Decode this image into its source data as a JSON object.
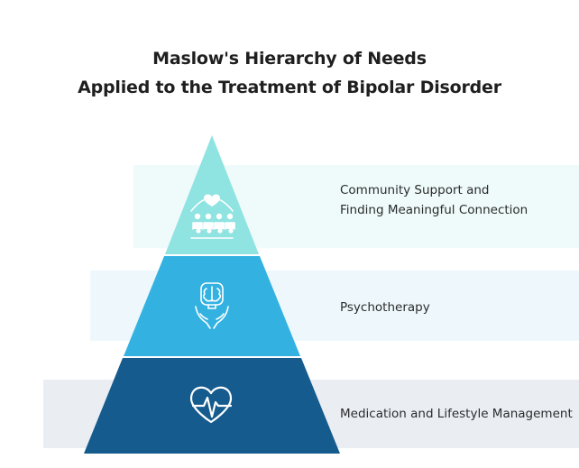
{
  "title": {
    "line1": "Maslow's Hierarchy of Needs",
    "line2": "Applied to the Treatment of Bipolar Disorder"
  },
  "tiers": [
    {
      "line1": "Community Support and",
      "line2": "Finding Meaningful Connection",
      "color": "#8fe3e1",
      "icon": "community-heart-icon"
    },
    {
      "label": "Psychotherapy",
      "color": "#33b2e2",
      "icon": "brain-in-hands-icon"
    },
    {
      "label": "Medication and Lifestyle Management",
      "color": "#155b8e",
      "icon": "heart-heartbeat-icon"
    }
  ]
}
